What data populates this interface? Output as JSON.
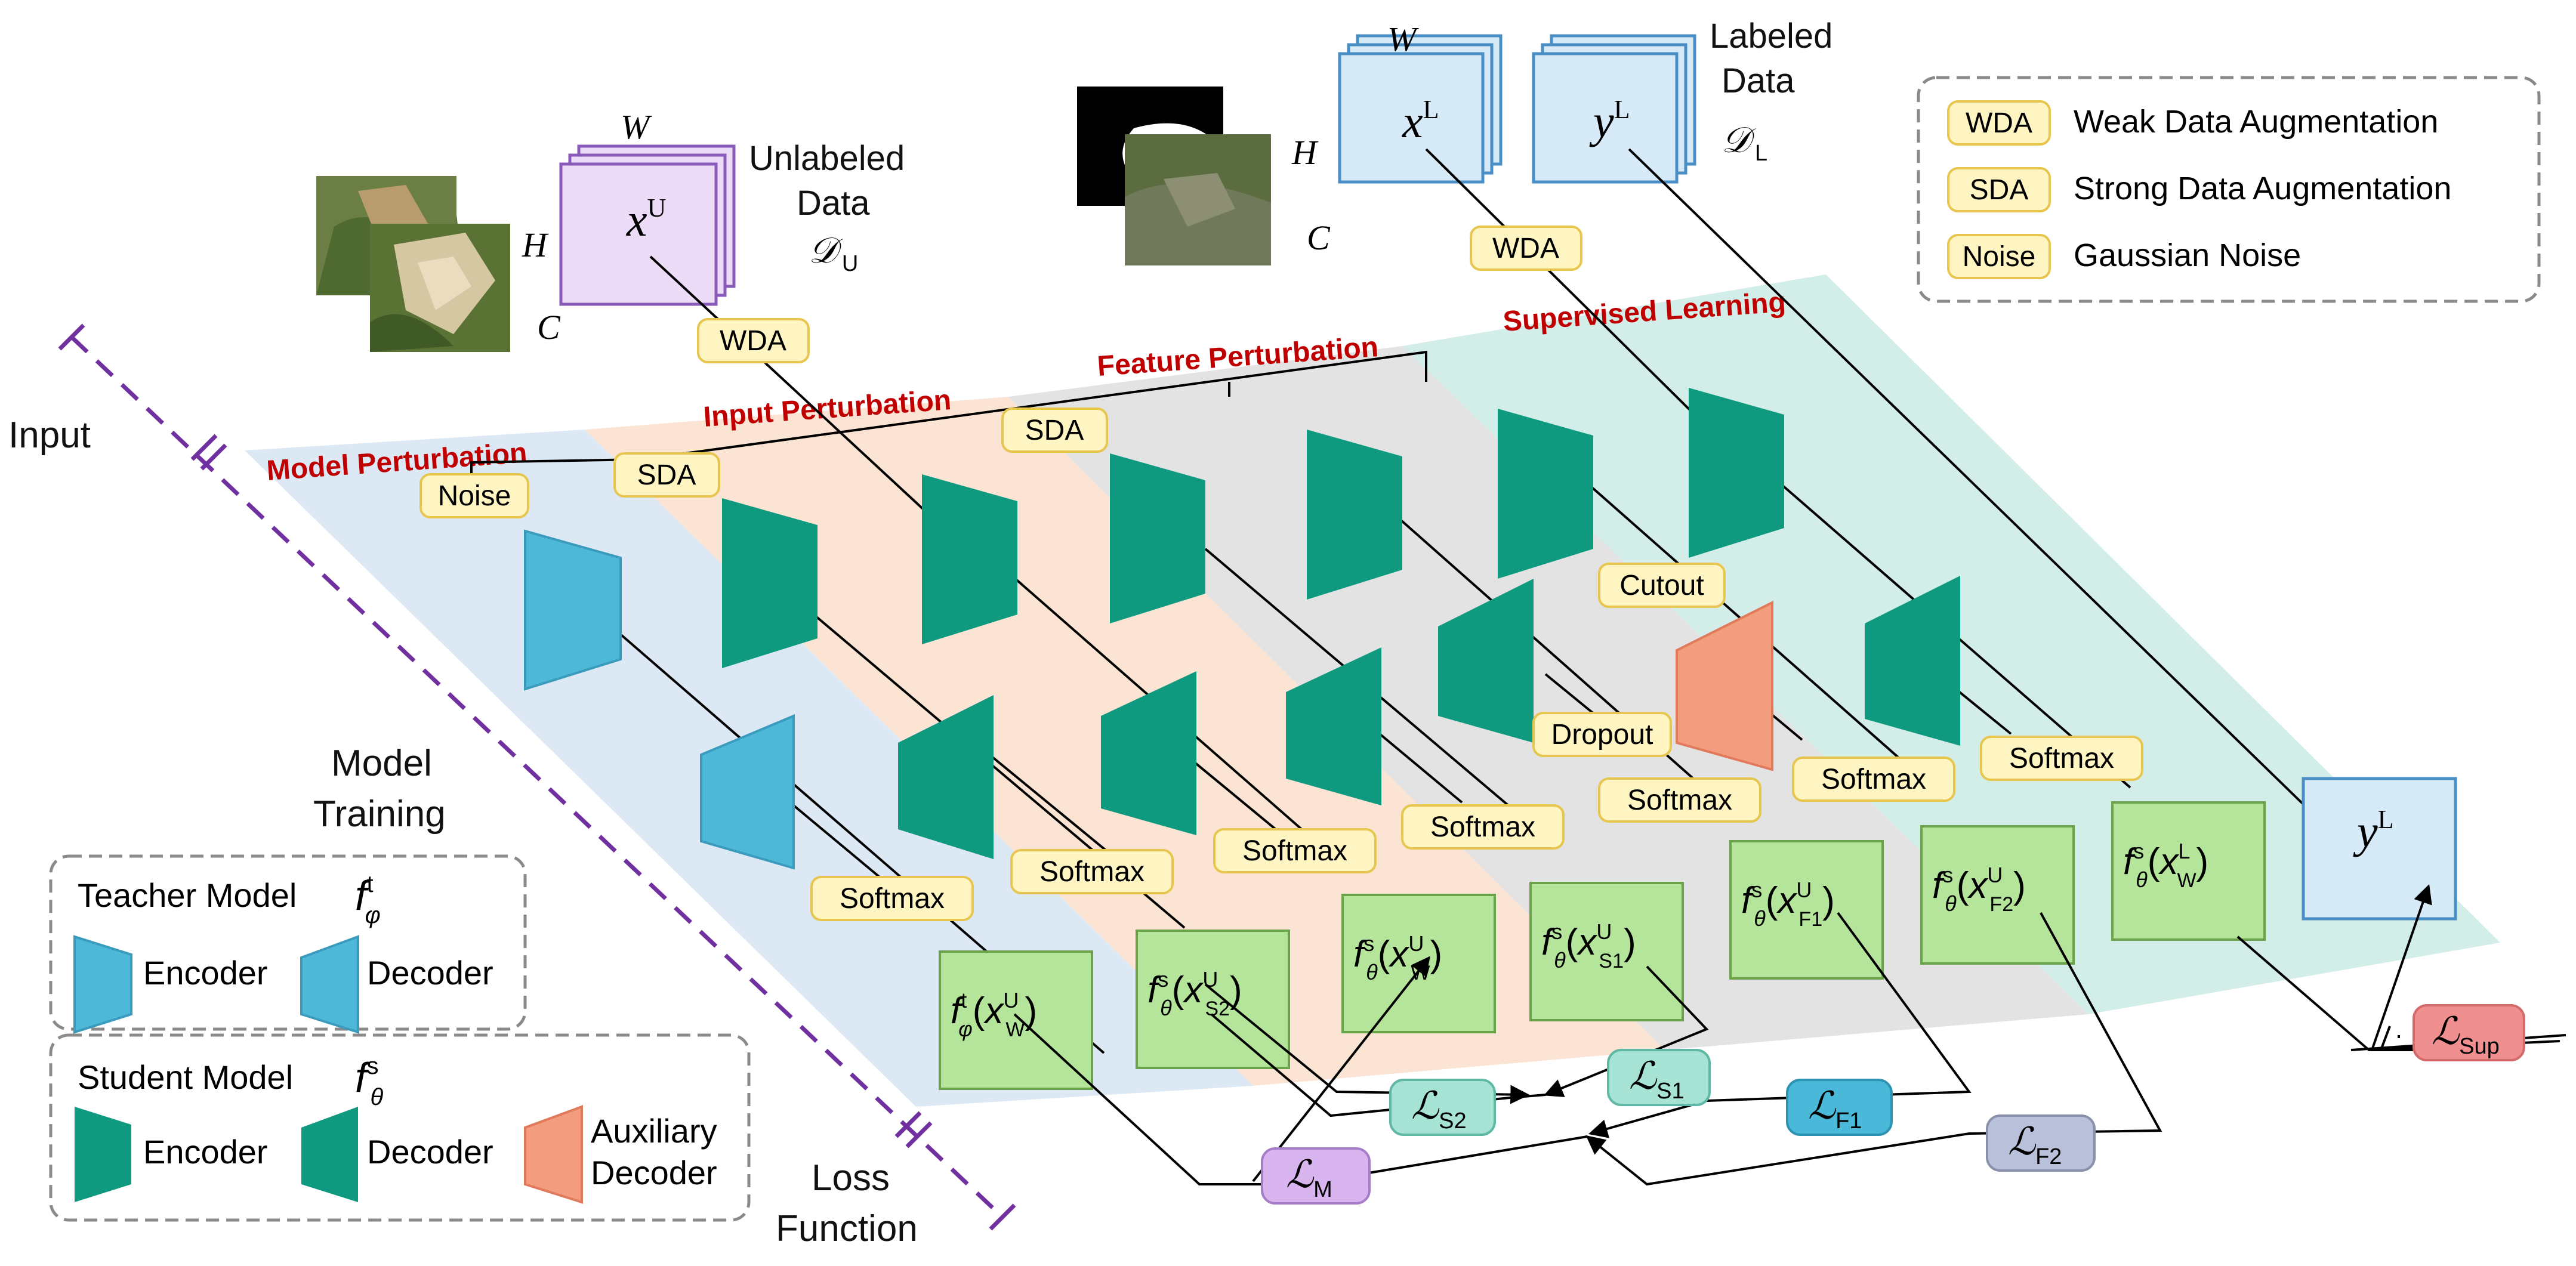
{
  "stages": {
    "input": "Input",
    "training_line1": "Model",
    "training_line2": "Training",
    "loss_line1": "Loss",
    "loss_line2": "Function"
  },
  "regions": {
    "model": "Model Perturbation",
    "input": "Input Perturbation",
    "feature": "Feature Perturbation",
    "supervised": "Supervised Learning"
  },
  "data": {
    "unlabeled_line1": "Unlabeled",
    "unlabeled_line2": "Data",
    "unlabeled_symbol": "𝒟",
    "unlabeled_sub": "U",
    "labeled_line1": "Labeled",
    "labeled_line2": "Data",
    "labeled_symbol": "𝒟",
    "labeled_sub": "L",
    "dim_w": "W",
    "dim_h": "H",
    "dim_c": "C",
    "xu_base": "x",
    "xu_sup": "U",
    "xl_base": "x",
    "xl_sup": "L",
    "yl_base": "y",
    "yl_sup": "L"
  },
  "tags": {
    "wda": "WDA",
    "sda": "SDA",
    "noise": "Noise",
    "cutout": "Cutout",
    "dropout": "Dropout",
    "softmax": "Softmax"
  },
  "legend": {
    "wda_key": "WDA",
    "wda_desc": "Weak Data Augmentation",
    "sda_key": "SDA",
    "sda_desc": "Strong Data Augmentation",
    "noise_key": "Noise",
    "noise_desc": "Gaussian Noise"
  },
  "model_legend": {
    "teacher_title": "Teacher Model",
    "teacher_sym": "f",
    "teacher_sup": "t",
    "teacher_sub": "φ",
    "student_title": "Student Model",
    "student_sym": "f",
    "student_sup": "s",
    "student_sub": "θ",
    "encoder": "Encoder",
    "decoder": "Decoder",
    "aux_line1": "Auxiliary",
    "aux_line2": "Decoder"
  },
  "outputs": [
    {
      "f": "f",
      "sup": "t",
      "sub": "φ",
      "arg": "x",
      "arg_sup": "U",
      "arg_sub": "W"
    },
    {
      "f": "f",
      "sup": "s",
      "sub": "θ",
      "arg": "x",
      "arg_sup": "U",
      "arg_sub": "S2"
    },
    {
      "f": "f",
      "sup": "s",
      "sub": "θ",
      "arg": "x",
      "arg_sup": "U",
      "arg_sub": "W"
    },
    {
      "f": "f",
      "sup": "s",
      "sub": "θ",
      "arg": "x",
      "arg_sup": "U",
      "arg_sub": "S1"
    },
    {
      "f": "f",
      "sup": "s",
      "sub": "θ",
      "arg": "x",
      "arg_sup": "U",
      "arg_sub": "F1"
    },
    {
      "f": "f",
      "sup": "s",
      "sub": "θ",
      "arg": "x",
      "arg_sup": "U",
      "arg_sub": "F2"
    },
    {
      "f": "f",
      "sup": "s",
      "sub": "θ",
      "arg": "x",
      "arg_sup": "L",
      "arg_sub": "W"
    }
  ],
  "label_box": {
    "base": "y",
    "sup": "L"
  },
  "losses": {
    "l": "ℒ",
    "s2": "S2",
    "s1": "S1",
    "f1": "F1",
    "m": "M",
    "f2": "F2",
    "sup": "Sup"
  },
  "colors": {
    "teacher": "#4db8d8",
    "student": "#0f9a80",
    "aux": "#f39c7e",
    "output_fill": "#b5e59a",
    "region_blue": "#dce9f5",
    "region_orange": "#fbe4d3",
    "region_gray": "#e3e3e3",
    "region_teal": "#d3eee8",
    "region_label": "#c00000",
    "tag_fill": "#fff5c2",
    "tag_stroke": "#e7c650",
    "stage_line": "#7030a0",
    "loss_s2": "#a6e3d5",
    "loss_s1": "#a6e3d5",
    "loss_f1": "#4ab8d8",
    "loss_m": "#d8b5ef",
    "loss_f2": "#b9c0da",
    "loss_sup": "#ef8f8f"
  }
}
